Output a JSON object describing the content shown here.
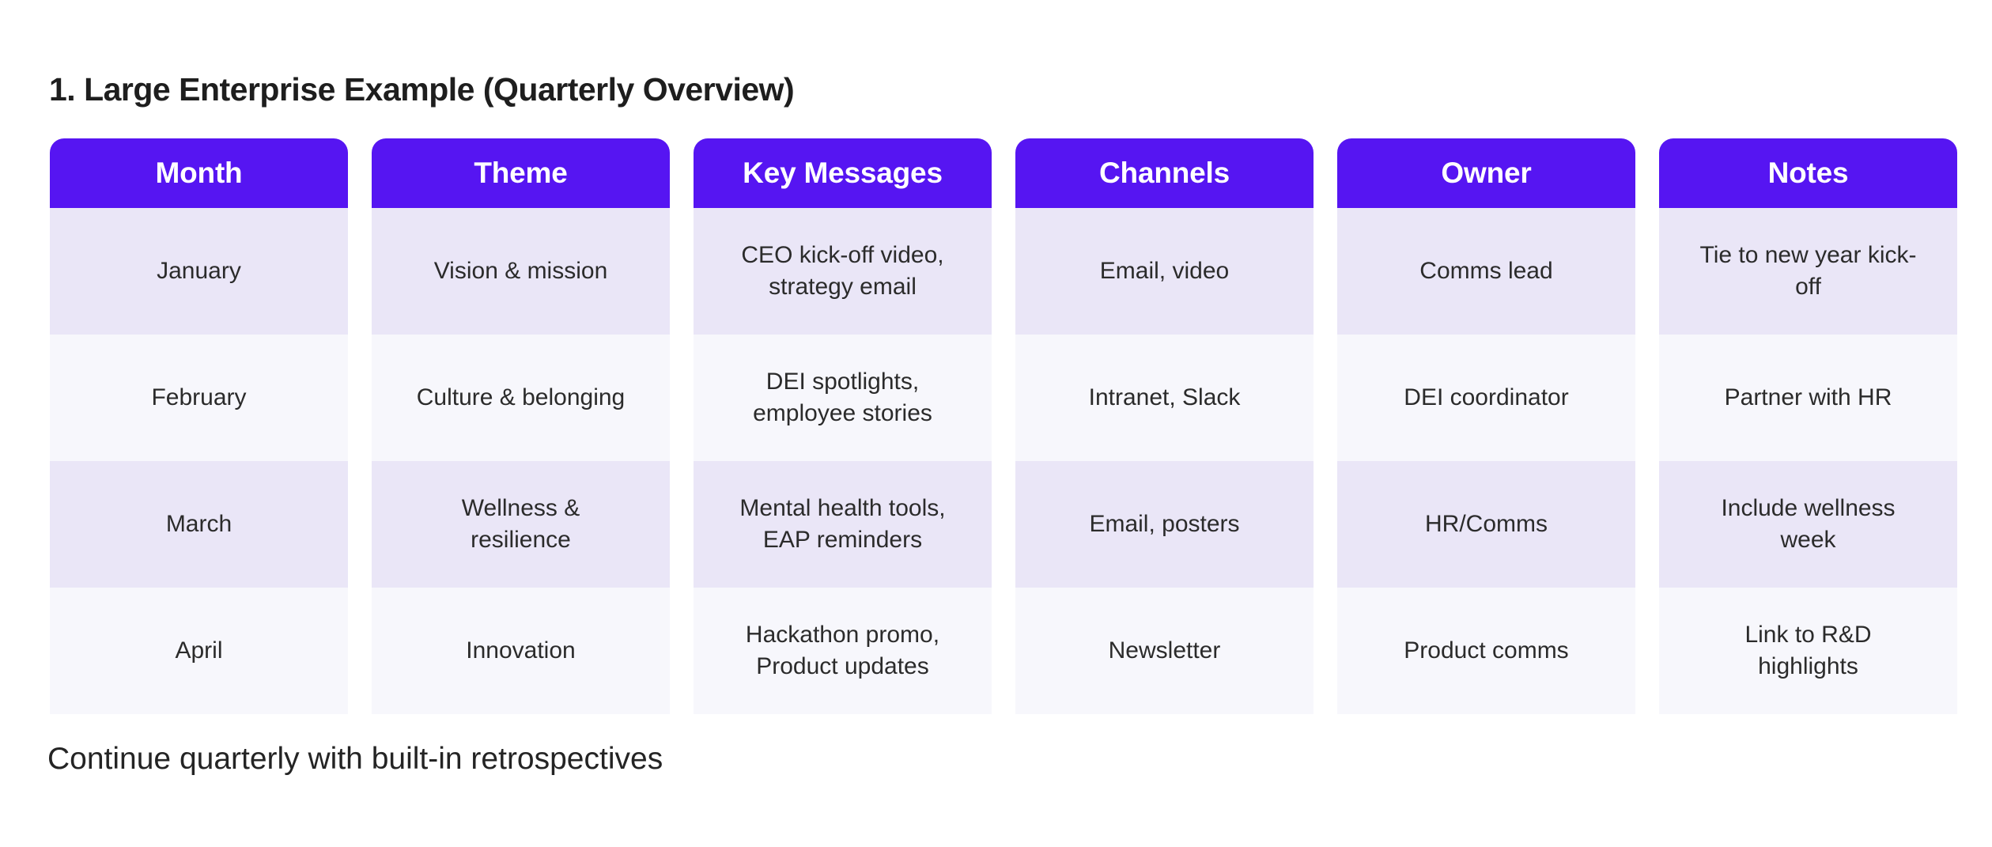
{
  "title": "1. Large Enterprise Example (Quarterly Overview)",
  "footer_note": "Continue quarterly with built-in retrospectives",
  "colors": {
    "header_bg": "#5615F2",
    "header_text": "#FFFFFF",
    "row_odd_bg": "#EAE6F7",
    "row_even_bg": "#F7F7FC",
    "title_text": "#1E1E1E",
    "cell_text": "#2B2B2B",
    "page_bg": "#FFFFFF"
  },
  "table": {
    "columns": [
      "Month",
      "Theme",
      "Key Messages",
      "Channels",
      "Owner",
      "Notes"
    ],
    "rows": [
      [
        "January",
        "Vision & mission",
        "CEO kick-off video, strategy email",
        "Email, video",
        "Comms lead",
        "Tie to new year kick-off"
      ],
      [
        "February",
        "Culture & belonging",
        "DEI spotlights, employee stories",
        "Intranet, Slack",
        "DEI coordinator",
        "Partner with HR"
      ],
      [
        "March",
        "Wellness & resilience",
        "Mental health tools, EAP reminders",
        "Email, posters",
        "HR/Comms",
        "Include wellness week"
      ],
      [
        "April",
        "Innovation",
        "Hackathon promo, Product updates",
        "Newsletter",
        "Product comms",
        "Link to R&D highlights"
      ]
    ]
  }
}
